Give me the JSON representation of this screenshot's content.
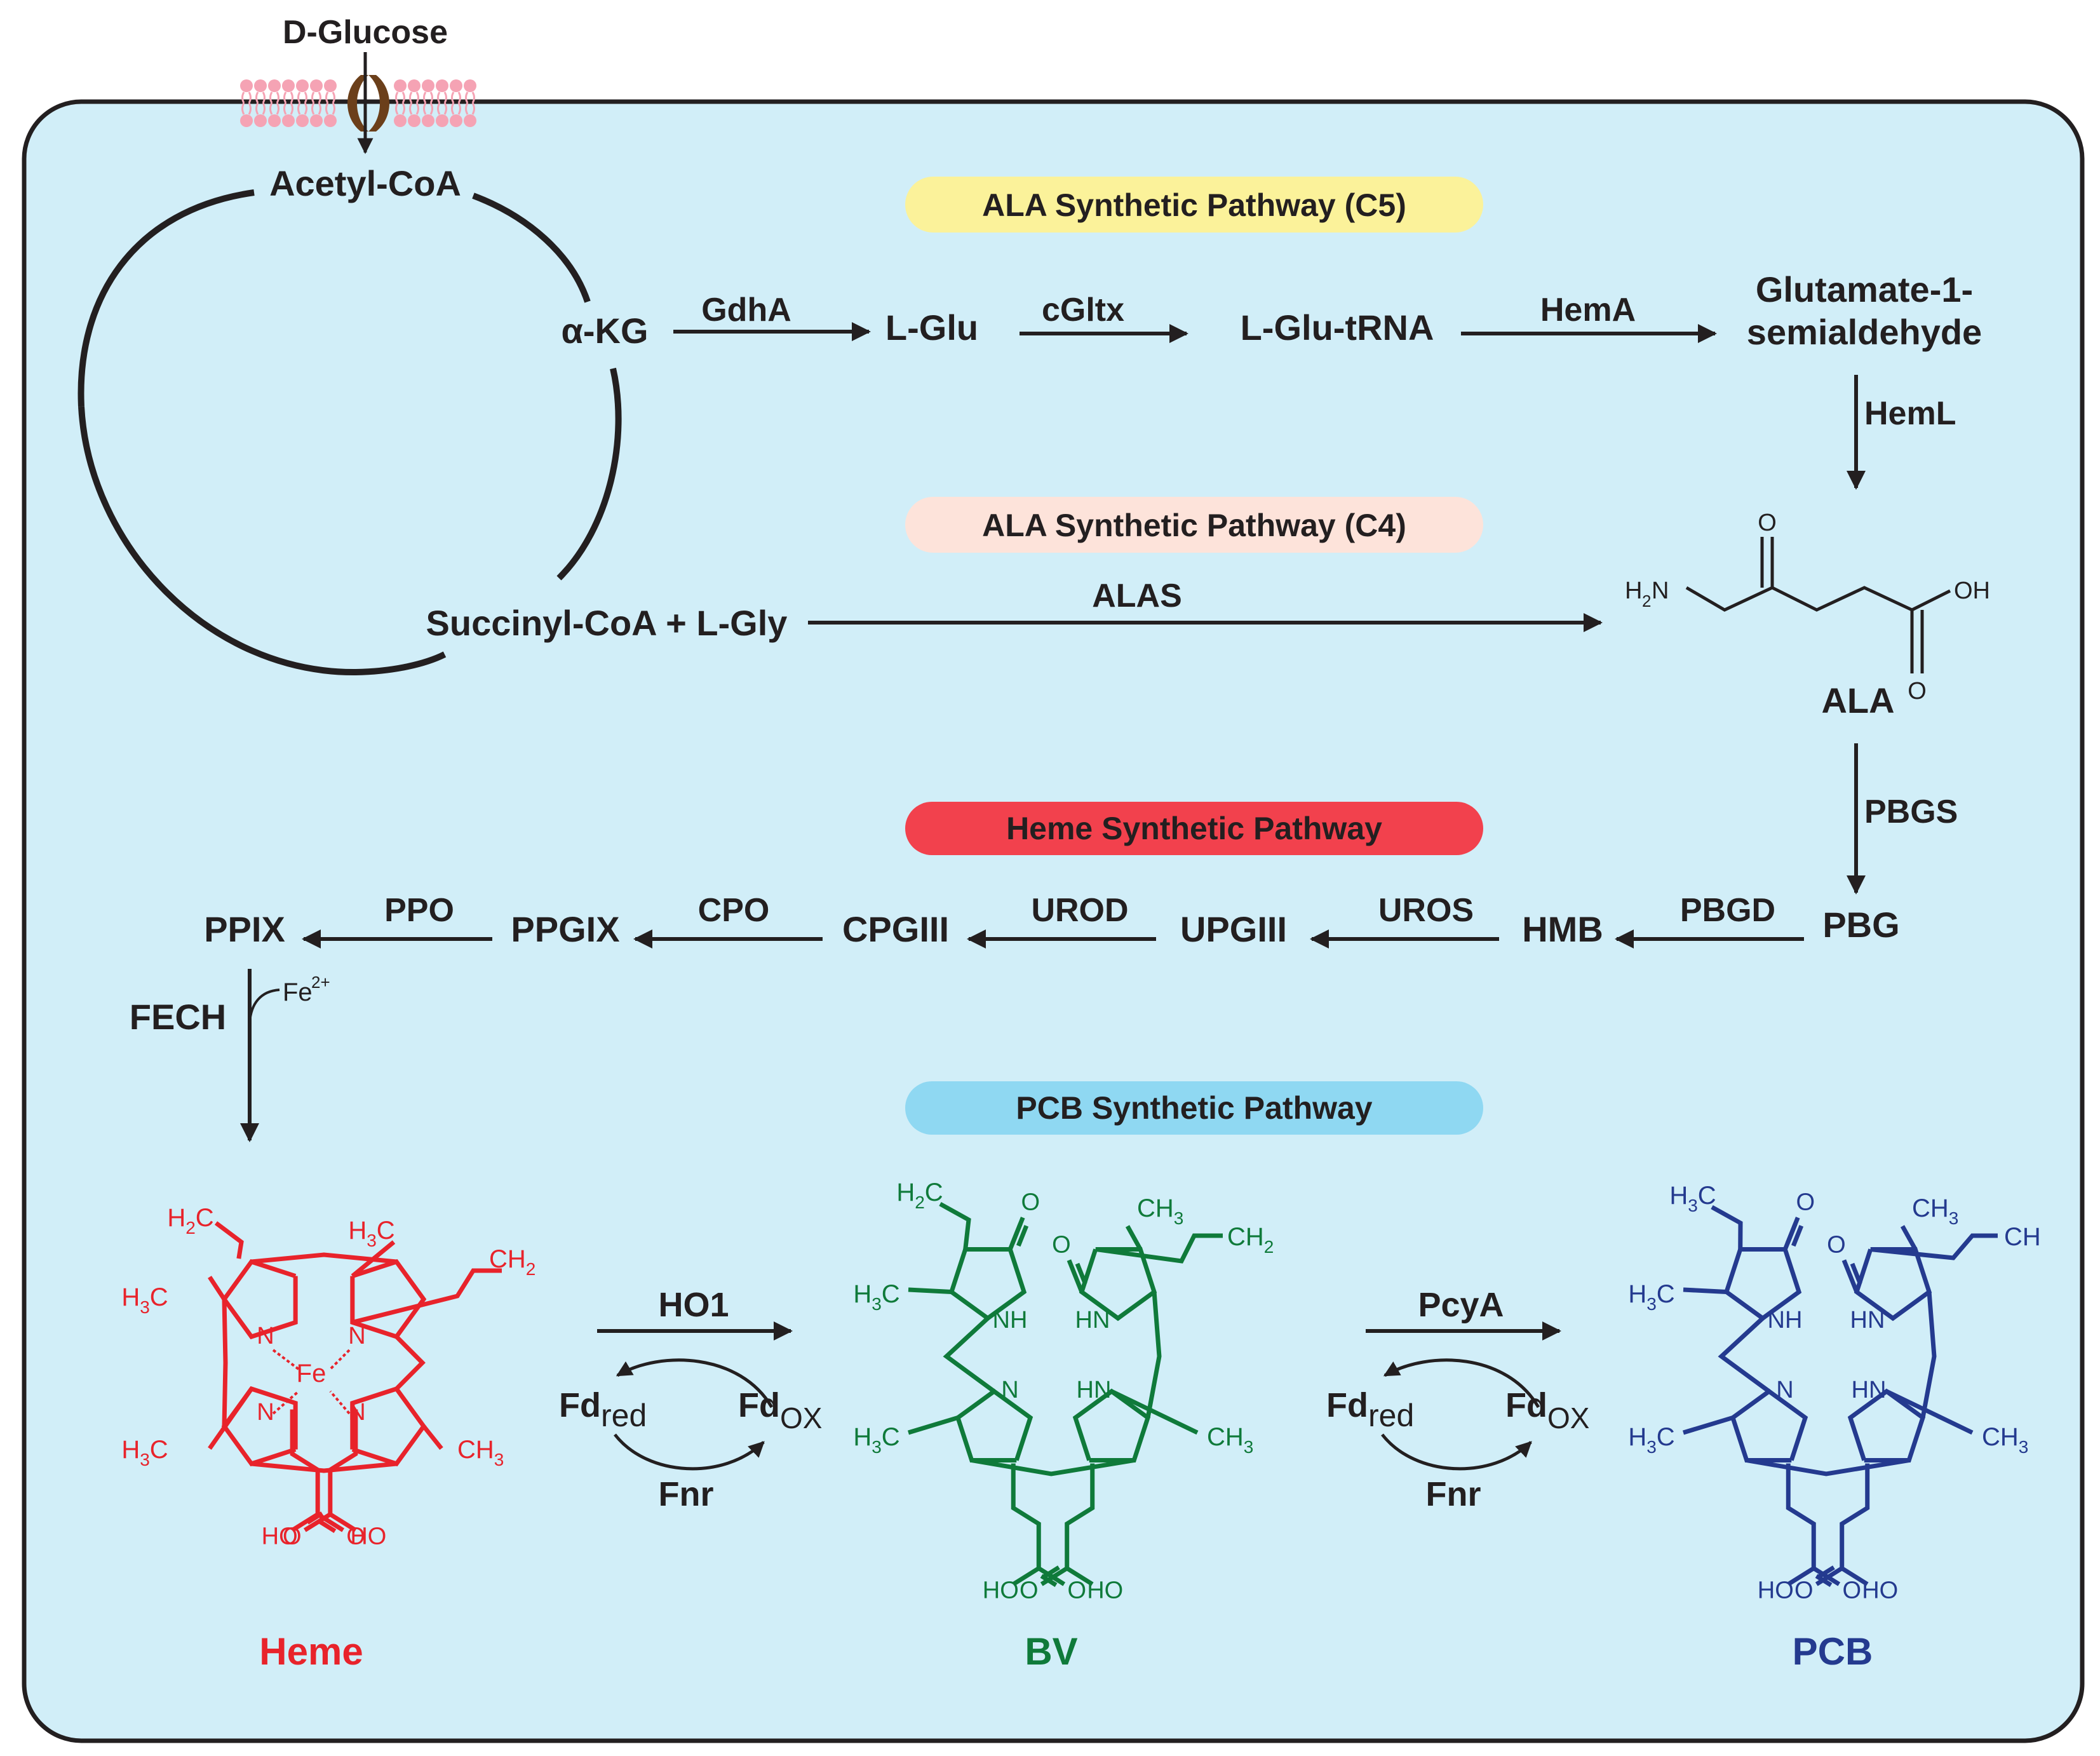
{
  "colors": {
    "cell_fill": "#d1eef8",
    "cell_stroke": "#231f20",
    "membrane": "#f5a3b4",
    "channel": "#6b3f1a",
    "pill_c5": "#fbf29a",
    "pill_c4": "#fde3da",
    "pill_heme": "#f2414d",
    "pill_pcb": "#8fd8f2",
    "heme": "#e8232b",
    "bv": "#0f7a3a",
    "pcb": "#243a8f",
    "arrow": "#231f20"
  },
  "metabolites": {
    "glucose": "D-Glucose",
    "acetyl_coa": "Acetyl-CoA",
    "akg": "α-KG",
    "l_glu": "L-Glu",
    "l_glu_trna": "L-Glu-tRNA",
    "gsa_line1": "Glutamate-1-",
    "gsa_line2": "semialdehyde",
    "succinyl": "Succinyl-CoA + L-Gly",
    "ala": "ALA",
    "pbg": "PBG",
    "hmb": "HMB",
    "upgiii": "UPGIII",
    "cpgiii": "CPGIII",
    "ppgix": "PPGIX",
    "ppix": "PPIX",
    "heme": "Heme",
    "bv": "BV",
    "pcb": "PCB"
  },
  "enzymes": {
    "gdha": "GdhA",
    "cgltx": "cGltx",
    "hema": "HemA",
    "heml": "HemL",
    "alas": "ALAS",
    "pbgs": "PBGS",
    "pbgd": "PBGD",
    "uros": "UROS",
    "urod": "UROD",
    "cpo": "CPO",
    "ppo": "PPO",
    "fech": "FECH",
    "ho1": "HO1",
    "pcya": "PcyA",
    "fnr": "Fnr"
  },
  "cofactors": {
    "fe": "Fe",
    "fe_charge": "2+",
    "fd": "Fd",
    "red": "red",
    "ox": "OX"
  },
  "pathways": {
    "c5": "ALA Synthetic Pathway (C5)",
    "c4": "ALA Synthetic Pathway (C4)",
    "heme": "Heme Synthetic Pathway",
    "pcb": "PCB Synthetic Pathway"
  },
  "atoms": {
    "h2n_h": "H",
    "h2n_n": "N",
    "two": "2",
    "three": "3",
    "oh": "OH",
    "ho": "HO",
    "o": "O",
    "n": "N",
    "nh": "NH",
    "hn": "HN",
    "fe": "Fe",
    "h": "H",
    "c": "C",
    "ch": "CH"
  }
}
